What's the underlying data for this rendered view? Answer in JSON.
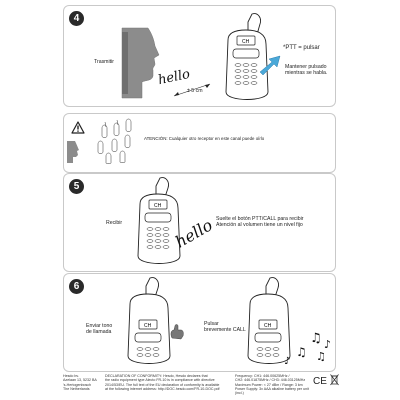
{
  "step4": {
    "number": "4",
    "transmit_label": "Trasmitir",
    "hello": "hello",
    "distance": "± 5 cm",
    "ptt_label": "*PTT = pulsar",
    "hold_text": "Mantener pulsado mientras se habla."
  },
  "warning": {
    "text": "ATENCIÓN: Cualquier otro receptor en este canal puede oírlo"
  },
  "step5": {
    "number": "5",
    "receive_label": "Recibir",
    "hello": "hello",
    "instructions": "Suelte el botón PTT/CALL para recibir Atención al volumen tiene un nivel fijo"
  },
  "step6": {
    "number": "6",
    "send_tone_label": "Enviar tono de llamada",
    "press_briefly_label": "Pulsar brevemente CALL"
  },
  "footer": {
    "address": "Hesdo bv.\nAzelaan 13, 5232 BA\n's-Hertogenbosch\nThe Netherlands",
    "declaration": "DECLARATION OF CONFORMITY: Hesdo, Hesdo declares that\nthe radio equipment type Alecto FR-10 is in compliance with directive\n2014/53/EU. The full text of the EU declaration of conformity is available\nat the following internet address: http://DOC.hesdo.com/FR-10-DOC.pdf",
    "specs": "Frequency: CH1: 446.00625MHz /\nCH2: 446.01875MHz / CH3: 446.03125MHz\nMaximum Power: < 27 dBm / Range: 3 km\nPower Supply: 3x AAA alkaline battery per unit (incl.)",
    "ce_mark": "CE"
  },
  "colors": {
    "blue_arrow": "#4aa8d8",
    "gray_face": "#8c8c8c",
    "frame": "#c9c9c9"
  }
}
